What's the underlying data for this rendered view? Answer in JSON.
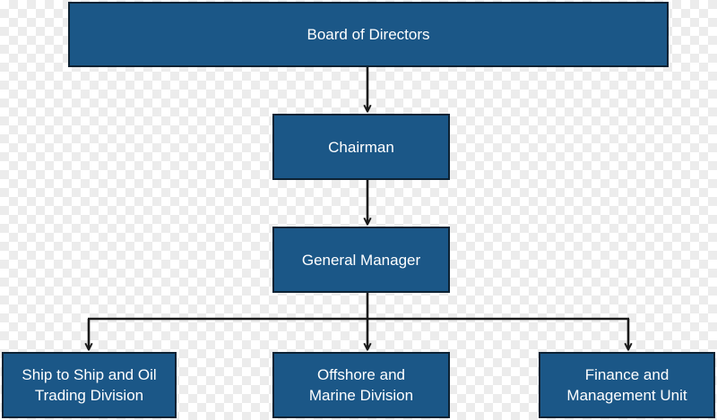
{
  "nodes": {
    "board": "Board of Directors",
    "chairman": "Chairman",
    "general_manager": "General Manager",
    "ship_division": "Ship to Ship and Oil\nTrading Division",
    "offshore_division": "Offshore and\nMarine Division",
    "finance_unit": "Finance and\nManagement Unit"
  },
  "colors": {
    "box_fill": "#1b5787",
    "box_border": "#0d2233",
    "connector": "#1a1a1a",
    "text": "#ffffff"
  }
}
